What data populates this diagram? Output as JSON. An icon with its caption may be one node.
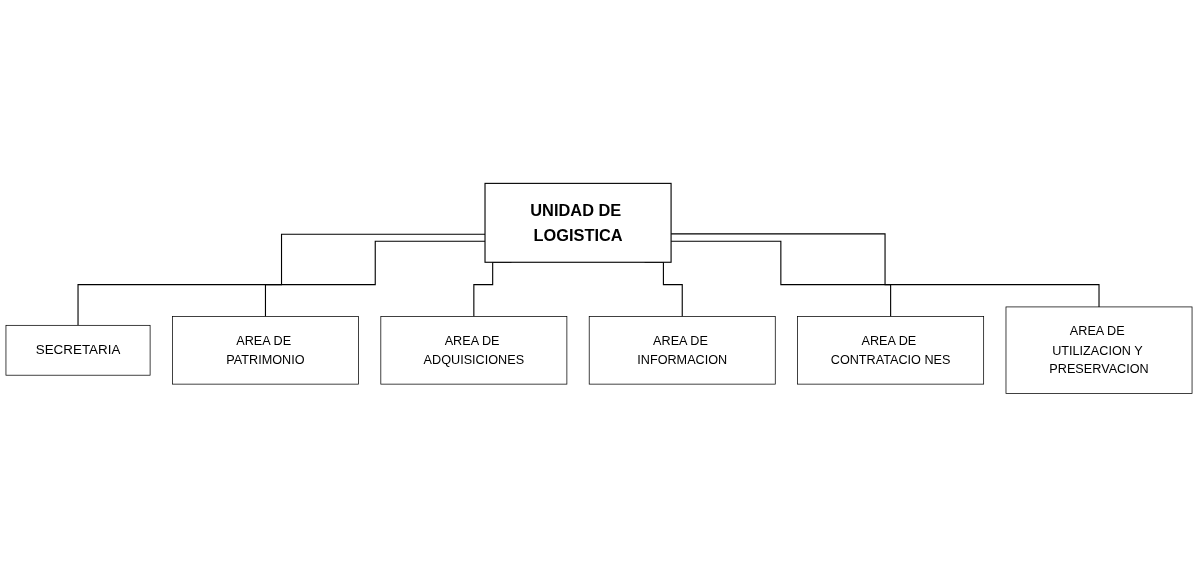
{
  "diagram": {
    "nodes": [
      {
        "text": [
          "UNIDAD DE LOGISTICA"
        ]
      },
      {
        "text": [
          "SECRETARIA"
        ]
      },
      {
        "text": [
          "AREA DE PATRIMONIO"
        ]
      },
      {
        "text": [
          "AREA DE ADQUISICIONES"
        ]
      },
      {
        "text": [
          "AREA DE INFORMACION"
        ]
      },
      {
        "text": [
          "AREA DE CONTRATACIO NES"
        ]
      },
      {
        "text": [
          "AREA DE UTILIZACION Y PRESERVACION"
        ]
      }
    ],
    "edges": [
      {
        "from": 0,
        "to": 1,
        "arrow": "none"
      },
      {
        "from": 0,
        "to": 2,
        "arrow": "none"
      },
      {
        "from": 0,
        "to": 3,
        "arrow": "none"
      },
      {
        "from": 0,
        "to": 4,
        "arrow": "none"
      },
      {
        "from": 0,
        "to": 5,
        "arrow": "none"
      },
      {
        "from": 0,
        "to": 6,
        "arrow": "none"
      }
    ]
  }
}
